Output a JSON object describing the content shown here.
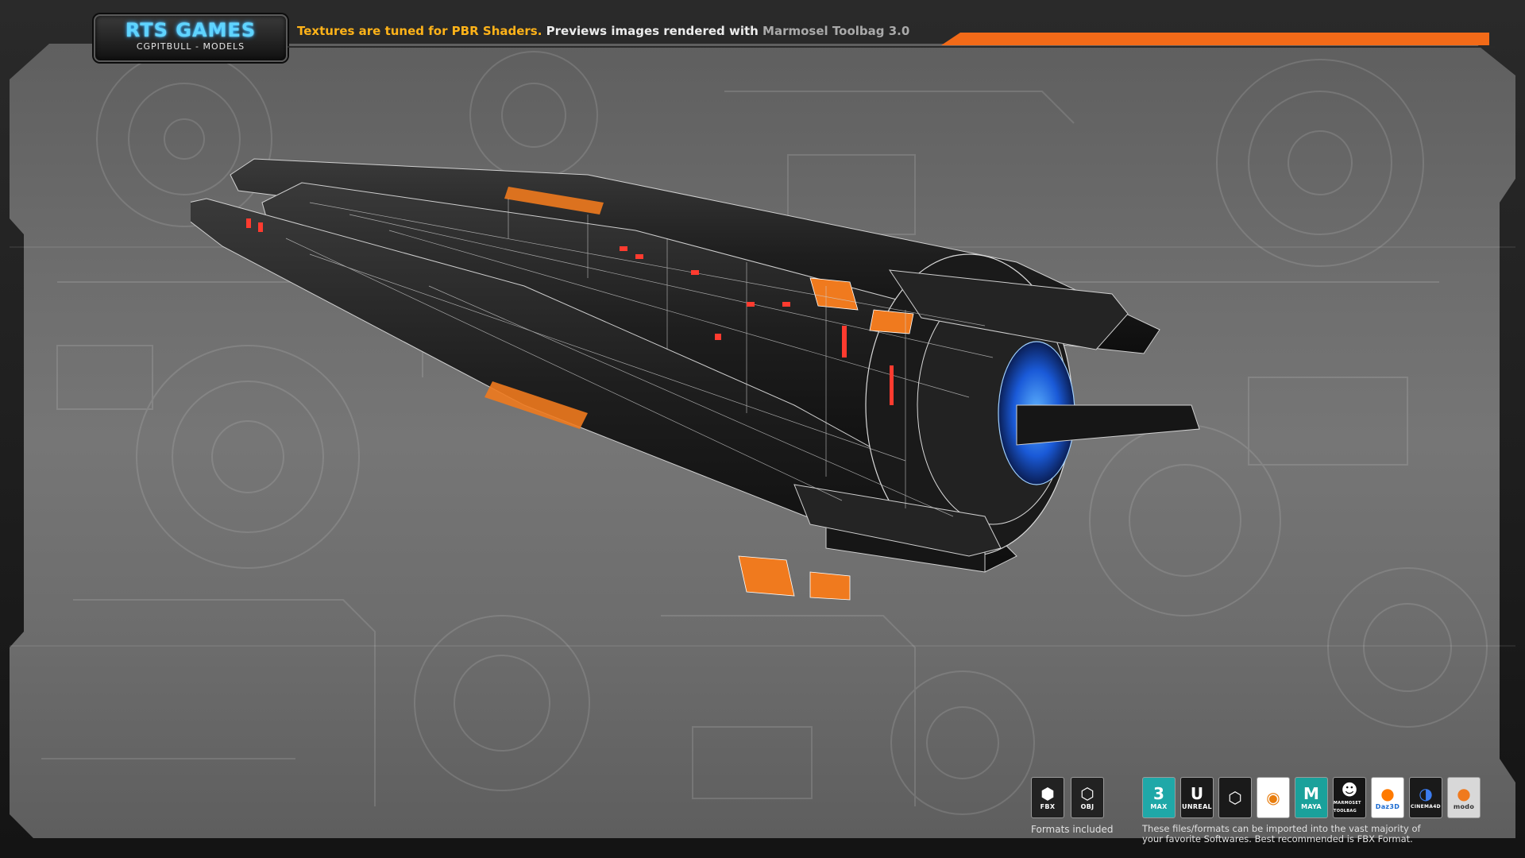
{
  "header": {
    "logo_title": "RTS GAMES",
    "logo_subtitle": "CGPITBULL - MODELS",
    "headline_highlight": "Textures are tuned for PBR Shaders.",
    "headline_mid": " Previews images rendered with ",
    "headline_tool": "Marmosel Toolbag 3.0"
  },
  "formats": {
    "items": [
      {
        "label": "FBX",
        "icon": "fbx-file-icon"
      },
      {
        "label": "OBJ",
        "icon": "obj-cube-icon"
      }
    ],
    "caption": "Formats included"
  },
  "software": {
    "items": [
      {
        "label": "MAX",
        "icon": "3ds-max-icon",
        "color": "#1fa8a8"
      },
      {
        "label": "UNREAL",
        "icon": "unreal-engine-icon",
        "color": "#1a1a1a"
      },
      {
        "label": "",
        "icon": "unity-icon",
        "color": "#1a1a1a"
      },
      {
        "label": "",
        "icon": "blender-icon",
        "color": "#ffffff"
      },
      {
        "label": "MAYA",
        "icon": "maya-icon",
        "color": "#1aa19b"
      },
      {
        "label": "MARMOSET TOOLBAG",
        "icon": "marmoset-icon",
        "color": "#151515"
      },
      {
        "label": "Daz3D",
        "icon": "daz3d-icon",
        "color": "#ffffff"
      },
      {
        "label": "CINEMA4D",
        "icon": "cinema4d-icon",
        "color": "#1a1a1a"
      },
      {
        "label": "modo",
        "icon": "modo-icon",
        "color": "#d8d8d8"
      }
    ],
    "caption_line1": "These files/formats can be imported into the vast majority of",
    "caption_line2": "your favorite Softwares. Best recommended is FBX Format."
  },
  "colors": {
    "accent_orange": "#f26a18",
    "headline_yellow": "#ffb319",
    "logo_blue": "#5fd4ff",
    "panel_grey": "#6d6d6d"
  }
}
